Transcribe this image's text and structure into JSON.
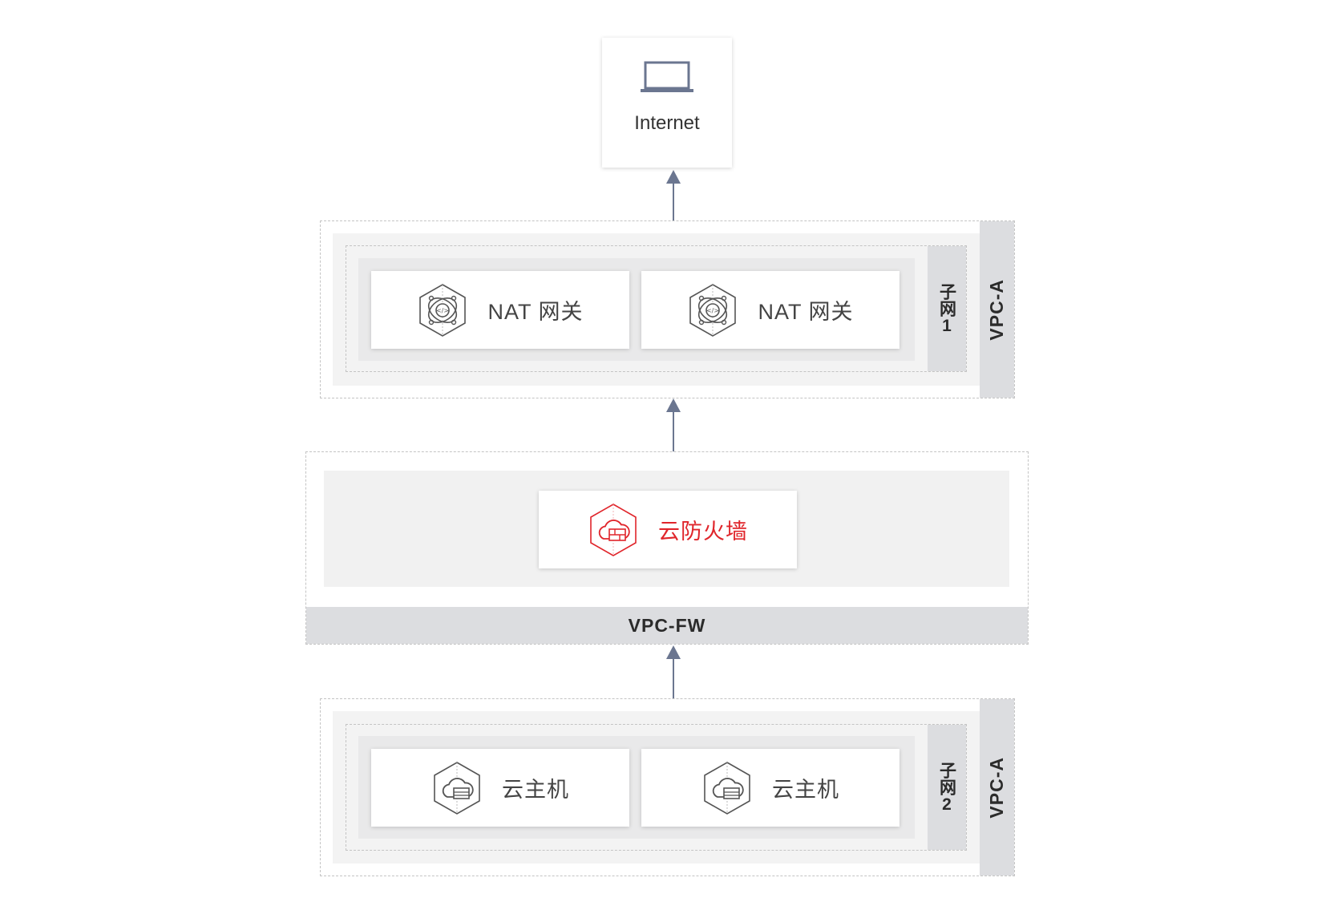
{
  "internet": {
    "label": "Internet",
    "icon": "laptop-icon"
  },
  "vpc_top": {
    "label": "VPC-A",
    "subnet_label": "子网1",
    "nodes": [
      {
        "label": "NAT 网关",
        "icon": "nat-gateway-icon"
      },
      {
        "label": "NAT 网关",
        "icon": "nat-gateway-icon"
      }
    ]
  },
  "vpc_fw": {
    "label": "VPC-FW",
    "node": {
      "label": "云防火墙",
      "icon": "cloud-firewall-icon"
    }
  },
  "vpc_bottom": {
    "label": "VPC-A",
    "subnet_label": "子网2",
    "nodes": [
      {
        "label": "云主机",
        "icon": "cloud-host-icon"
      },
      {
        "label": "云主机",
        "icon": "cloud-host-icon"
      }
    ]
  },
  "colors": {
    "arrow": "#6b7690",
    "icon_gray": "#555555",
    "firewall_red": "#e0252b",
    "side_panel": "#dcdde0",
    "dashed_border": "#c4c4c4"
  }
}
